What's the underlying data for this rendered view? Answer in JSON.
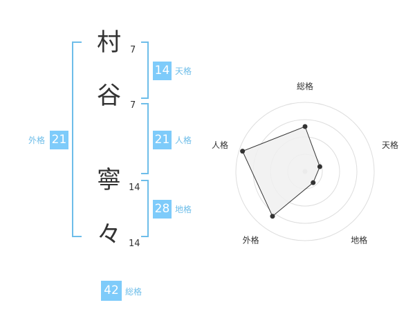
{
  "name": {
    "chars": [
      {
        "char": "村",
        "strokes": "7"
      },
      {
        "char": "谷",
        "strokes": "7"
      },
      {
        "char": "寧",
        "strokes": "14"
      },
      {
        "char": "々",
        "strokes": "14"
      }
    ]
  },
  "kakusu": {
    "tenkaku": {
      "value": "14",
      "label": "天格"
    },
    "jinkaku": {
      "value": "21",
      "label": "人格"
    },
    "chikaku": {
      "value": "28",
      "label": "地格"
    },
    "gaikaku": {
      "value": "21",
      "label": "外格"
    },
    "soukaku": {
      "value": "42",
      "label": "総格"
    }
  },
  "colors": {
    "accent_box": "#7ecbfa",
    "accent_text": "#6dbde9",
    "text": "#333333",
    "radar_fill": "#f0f0f0",
    "radar_grid": "#dddddd"
  },
  "chart_data": {
    "type": "radar",
    "axes": [
      "総格",
      "天格",
      "地格",
      "外格",
      "人格"
    ],
    "scale_max": 4,
    "grid_rings": 4,
    "values": [
      2.6,
      0.9,
      0.8,
      3.2,
      3.8
    ]
  }
}
